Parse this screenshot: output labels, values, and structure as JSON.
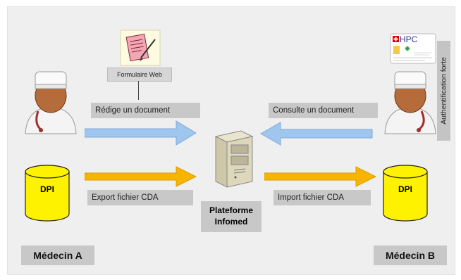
{
  "form_label": "Formulaire Web",
  "actions": {
    "write": "Rédige un document",
    "read": "Consulte un document",
    "export": "Export fichier CDA",
    "import": "Import fichier CDA"
  },
  "platform": {
    "line1": "Plateforme",
    "line2": "Infomed"
  },
  "db_label": "DPI",
  "card_label": "HPC",
  "auth_label": "Authentification forte",
  "doctor_a": "Médecin A",
  "doctor_b": "Médecin B",
  "colors": {
    "blue_arrow": "#9fc6ee",
    "yellow_arrow": "#f7b500",
    "db_fill": "#fff200",
    "box": "#c8c8c8"
  }
}
